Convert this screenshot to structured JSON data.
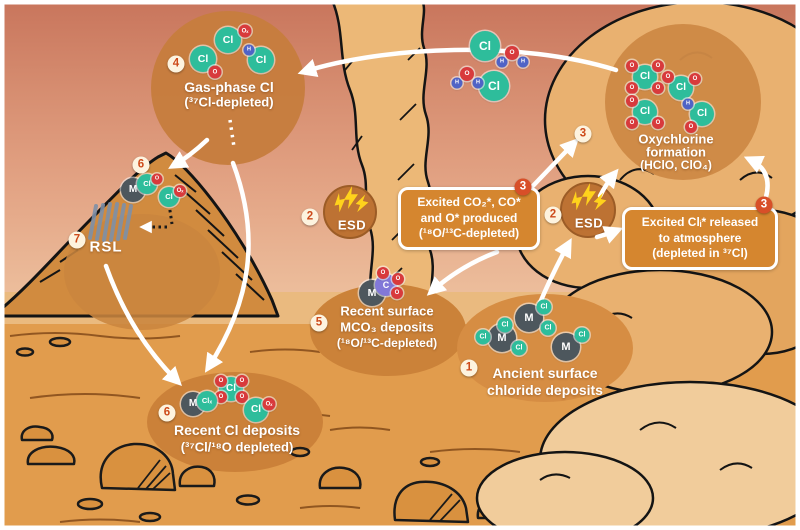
{
  "atoms": {
    "cl": "Cl",
    "o": "O",
    "h": "H",
    "m": "M",
    "c": "C",
    "cl_x": "Clₓ",
    "o_x": "Oₓ"
  },
  "stations": {
    "gas_phase": {
      "badge": "4",
      "line1": "Gas-phase Cl",
      "line2": "(³⁷Cl-depleted)"
    },
    "oxychlorine": {
      "badge": "3",
      "line1": "Oxychlorine",
      "line2": "formation",
      "line3": "(HClO, ClO₄)"
    },
    "esd_mid": {
      "badge": "2",
      "label": "ESD"
    },
    "esd_right": {
      "badge": "2",
      "label": "ESD"
    },
    "excited_co2_box": {
      "badge": "3",
      "line1": "Excited CO₂*, CO*",
      "line2": "and O* produced",
      "line3": "(¹⁸O/¹³C-depleted)"
    },
    "excited_cl_box": {
      "badge": "3",
      "line1": "Excited Clᵢ* released",
      "line2": "to atmosphere",
      "line3": "(depleted in ³⁷Cl)"
    },
    "recent_mco3": {
      "badge": "5",
      "line1": "Recent surface",
      "line2": "MCO₃ deposits",
      "line3": "(¹⁸O/¹³C-depleted)"
    },
    "ancient_chloride": {
      "badge": "1",
      "line1": "Ancient surface",
      "line2": "chloride deposits"
    },
    "recent_cl": {
      "badge": "6",
      "line1": "Recent Cl deposits",
      "line2": "(³⁷Cl/¹⁸O depleted)"
    },
    "mountain_deposit": {
      "badge": "6"
    },
    "rsl": {
      "badge": "7",
      "label": "RSL"
    }
  },
  "colors": {
    "chlorine_atom": "#2ebd9b",
    "oxygen_atom": "#d83a3c",
    "hydrogen_atom": "#4f63c6",
    "metal_atom": "#4d575d",
    "carbon_atom": "#8278d8",
    "sky": "#d8947a",
    "dust_cloud": "#ecb877",
    "ground": "#e19c4d",
    "station_circle": "#c67d3e",
    "arrow": "#ffffff",
    "lightning": "#ffd21c",
    "frame": "#ffffff"
  }
}
